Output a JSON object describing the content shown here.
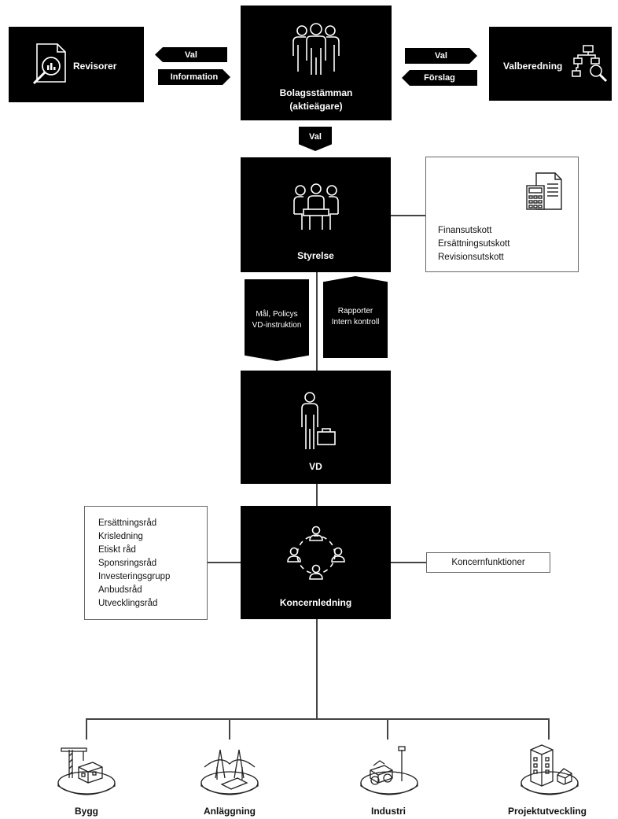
{
  "nodes": {
    "revisorer": "Revisorer",
    "bolagsstamman_line1": "Bolagsstämman",
    "bolagsstamman_line2": "(aktieägare)",
    "valberedning": "Valberedning",
    "styrelse": "Styrelse",
    "vd": "VD",
    "koncernledning": "Koncernledning"
  },
  "arrows": {
    "revisor_val": "Val",
    "revisor_information": "Information",
    "valberedning_val": "Val",
    "valberedning_forslag": "Förslag",
    "styrelse_val": "Val",
    "down_line1": "Mål, Policys",
    "down_line2": "VD-instruktion",
    "up_line1": "Rapporter",
    "up_line2": "Intern kontroll"
  },
  "committees": [
    "Finansutskott",
    "Ersättningsutskott",
    "Revisionsutskott"
  ],
  "councils": [
    "Ersättningsråd",
    "Krisledning",
    "Etiskt råd",
    "Sponsringsråd",
    "Investeringsgrupp",
    "Anbudsråd",
    "Utvecklingsråd"
  ],
  "koncernfunktioner": "Koncernfunktioner",
  "business_units": [
    "Bygg",
    "Anläggning",
    "Industri",
    "Projektutveckling"
  ]
}
